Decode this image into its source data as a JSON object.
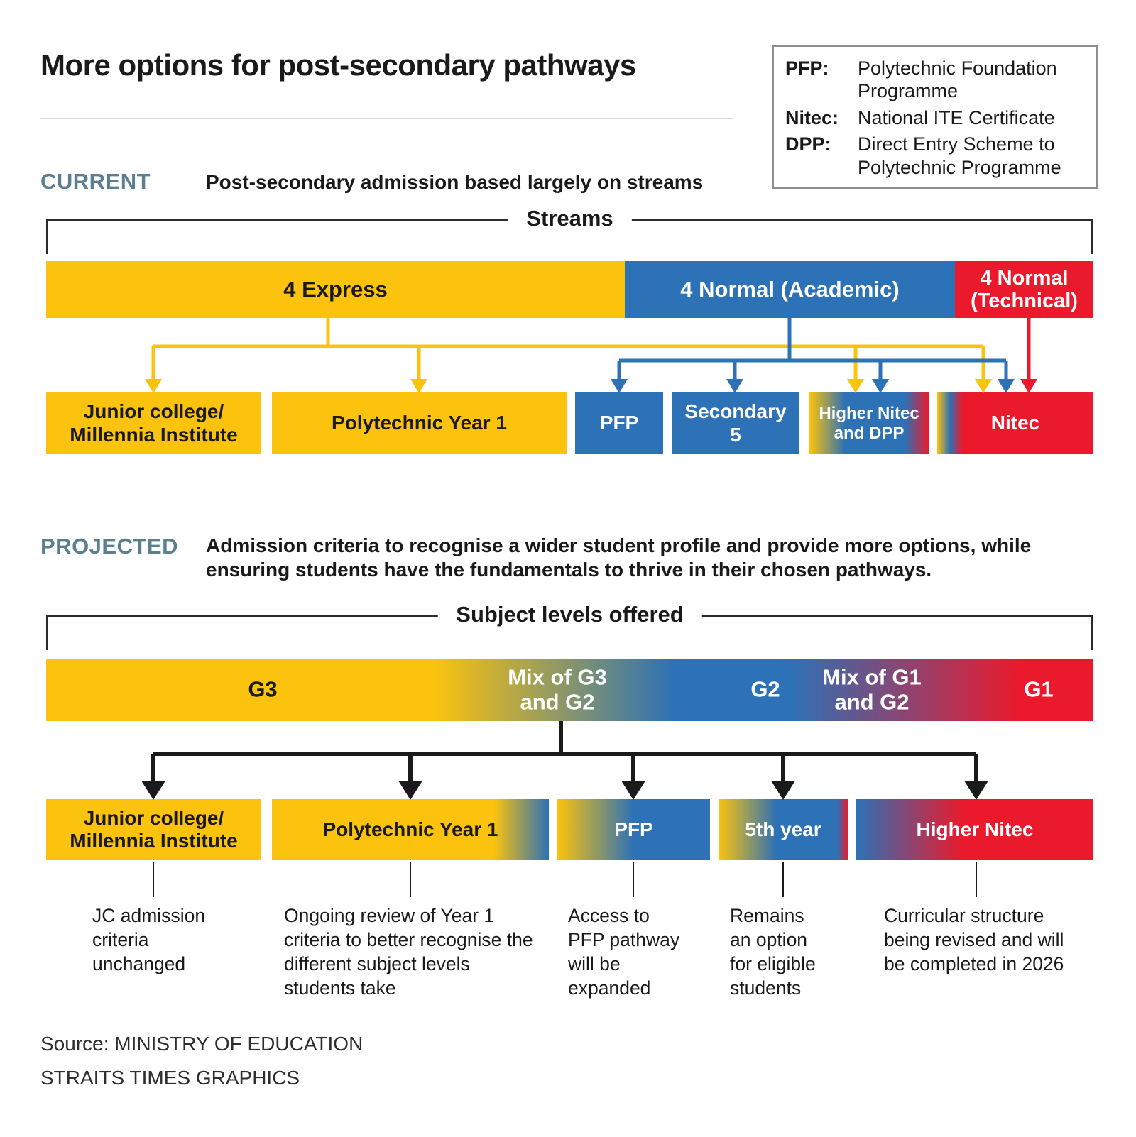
{
  "colors": {
    "yellow": "#FBC30D",
    "blue": "#2D71B6",
    "red": "#EA1A2C",
    "section_label": "#5B7F90"
  },
  "title": "More options for post-secondary pathways",
  "legend": {
    "items": [
      {
        "term": "PFP:",
        "definition": "Polytechnic Foundation Programme"
      },
      {
        "term": "Nitec:",
        "definition": "National ITE Certificate"
      },
      {
        "term": "DPP:",
        "definition": "Direct Entry Scheme to Polytechnic Programme"
      }
    ]
  },
  "current": {
    "label": "CURRENT",
    "description": "Post-secondary admission based largely on streams",
    "bracket_label": "Streams",
    "streams": [
      {
        "label": "4 Express"
      },
      {
        "label": "4 Normal (Academic)"
      },
      {
        "label": "4 Normal (Technical)"
      }
    ],
    "destinations": [
      {
        "label": "Junior college/ Millennia Institute"
      },
      {
        "label": "Polytechnic Year 1"
      },
      {
        "label": "PFP"
      },
      {
        "label": "Secondary 5"
      },
      {
        "label": "Higher Nitec and DPP"
      },
      {
        "label": "Nitec"
      }
    ]
  },
  "projected": {
    "label": "PROJECTED",
    "description": "Admission criteria to recognise a wider student profile and provide more options, while ensuring students have the fundamentals to thrive in their chosen pathways.",
    "bracket_label": "Subject levels offered",
    "subject_levels": [
      {
        "label": "G3"
      },
      {
        "label": "Mix of G3 and G2"
      },
      {
        "label": "G2"
      },
      {
        "label": "Mix of G1 and G2"
      },
      {
        "label": "G1"
      }
    ],
    "destinations": [
      {
        "label": "Junior college/ Millennia Institute",
        "note": "JC admission criteria unchanged"
      },
      {
        "label": "Polytechnic Year 1",
        "note": "Ongoing review of Year 1 criteria to better recognise the different subject levels students take"
      },
      {
        "label": "PFP",
        "note": "Access to PFP pathway will be expanded"
      },
      {
        "label": "5th year",
        "note": "Remains an option for eligible students"
      },
      {
        "label": "Higher Nitec",
        "note": "Curricular structure being revised and will be completed in 2026"
      }
    ]
  },
  "footer": {
    "source": "Source: MINISTRY OF EDUCATION",
    "credit": "STRAITS TIMES GRAPHICS"
  }
}
